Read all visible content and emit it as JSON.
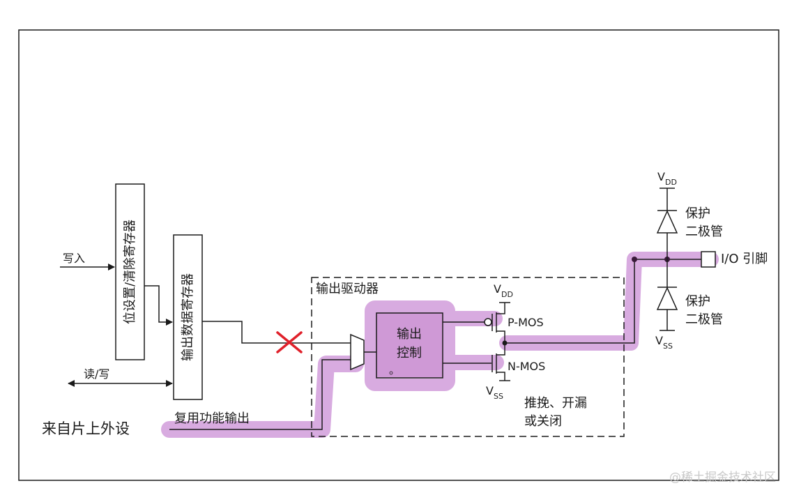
{
  "labels": {
    "write_in": "写入",
    "read_write": "读/写",
    "from_peripheral": "来自片上外设",
    "alt_function_output": "复用功能输出",
    "bit_set_clear_register": "位设置/清除寄存器",
    "output_data_register": "输出数据寄存器",
    "output_driver": "输出驱动器",
    "output_control_line1": "输出",
    "output_control_line2": "控制",
    "p_mos": "P-MOS",
    "n_mos": "N-MOS",
    "vdd_main": "V",
    "vdd_sub": "DD",
    "vss_main": "V",
    "vss_sub": "SS",
    "push_pull_line1": "推挽、开漏",
    "push_pull_line2": "或关闭",
    "protect_diode_line1": "保护",
    "protect_diode_line2": "二极管",
    "io_pin": "I/O 引脚",
    "watermark": "@稀土掘金技术社区"
  },
  "colors": {
    "highlight": "#d8abe0",
    "box_fill": "#cf99d6",
    "cross_mark": "#e0202a",
    "line": "#1a1a1a"
  }
}
